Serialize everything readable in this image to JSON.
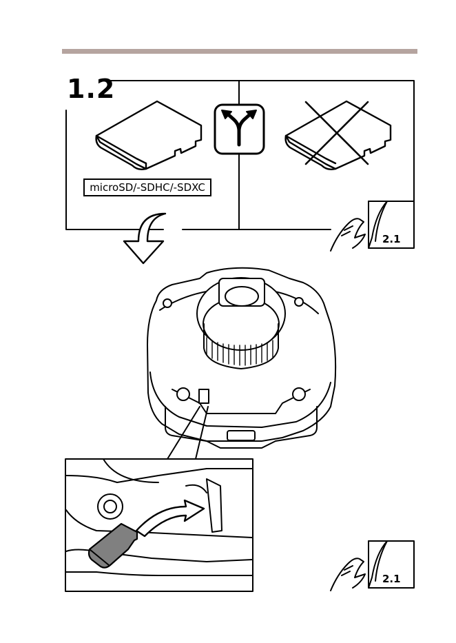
{
  "header": {
    "rule_color": "#b5a49f"
  },
  "step": {
    "number": "1.2"
  },
  "decision": {
    "icon": "fork-arrows-icon",
    "supported_label": "microSD/-SDHC/-SDXC"
  },
  "references": {
    "top": "2.1",
    "bottom": "2.1"
  },
  "colors": {
    "line": "#000000",
    "card_fill_insert": "#808080"
  }
}
